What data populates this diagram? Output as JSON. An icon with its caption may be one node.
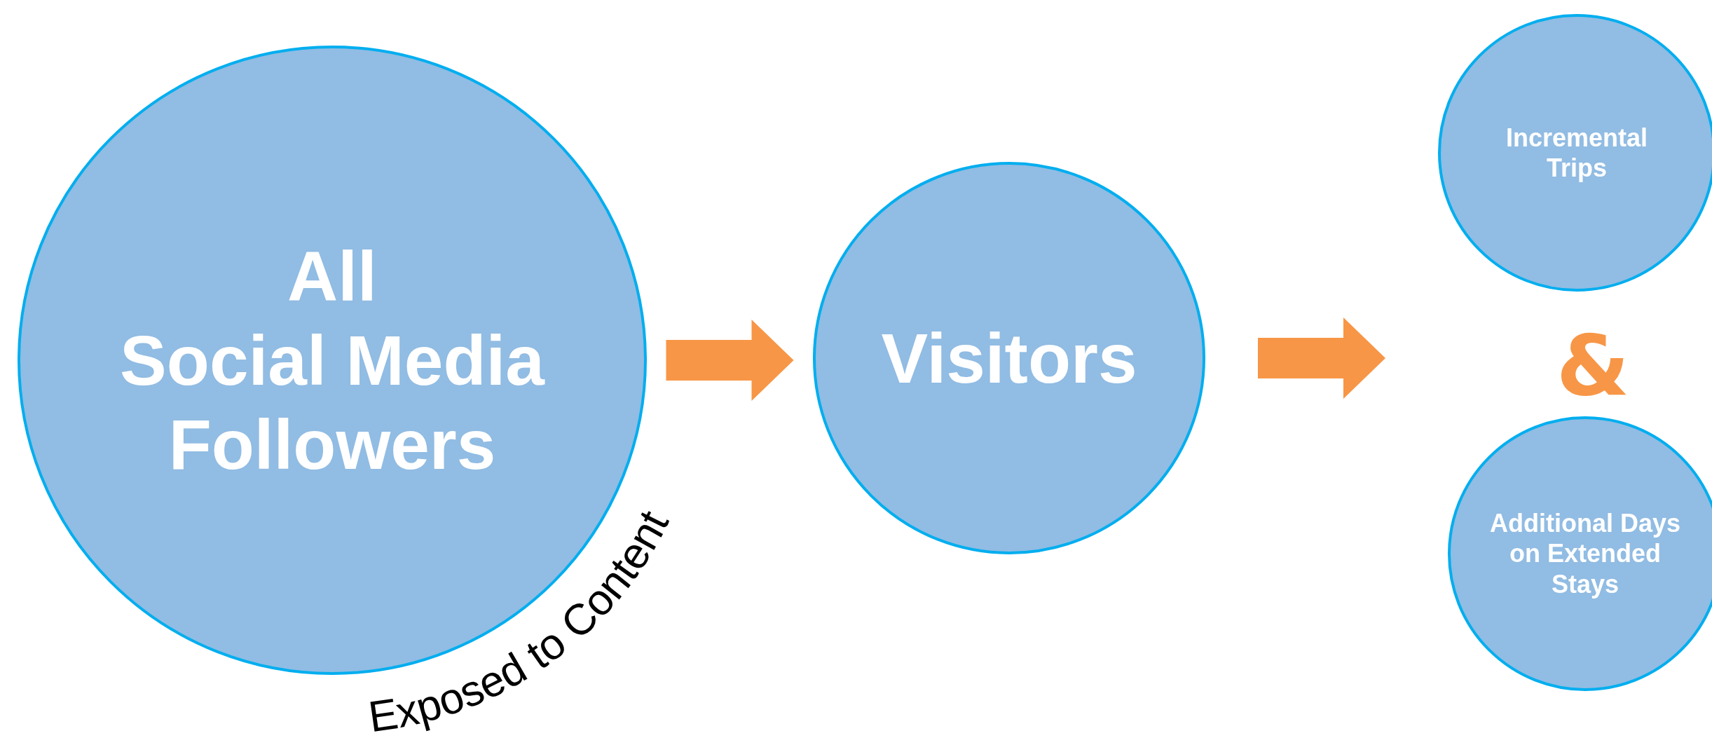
{
  "diagram": {
    "nodes": [
      {
        "text": [
          "All Social Media Followers"
        ]
      },
      {
        "text": [
          "Visitors"
        ]
      },
      {
        "text": [
          "Incremental Trips"
        ]
      },
      {
        "text": [
          "Additional Days on Extended Stays"
        ]
      }
    ],
    "edges": [
      {
        "from": 0,
        "to": 1,
        "arrow": "to",
        "color": "#f79646"
      },
      {
        "from": 1,
        "to": 2,
        "arrow": "to",
        "color": "#f79646"
      },
      {
        "from": 1,
        "to": 3,
        "arrow": "to",
        "color": "#f79646"
      }
    ],
    "labels": [
      "Exposed to Content",
      "&"
    ]
  }
}
